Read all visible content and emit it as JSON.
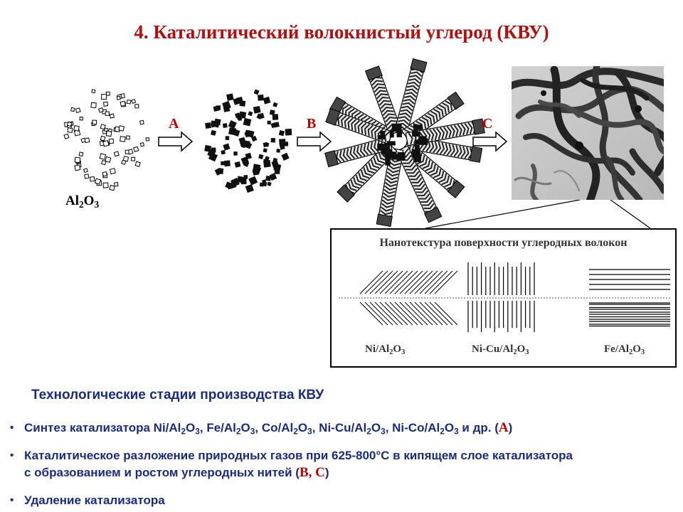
{
  "title": "4. Каталитический волокнистый углерод (КВУ)",
  "scheme": {
    "support_label": {
      "prefix": "Al",
      "sub1": "2",
      "mid": "O",
      "sub2": "3"
    },
    "arrows": [
      {
        "letter": "A",
        "color": "#c00000"
      },
      {
        "letter": "B",
        "color": "#c00000"
      },
      {
        "letter": "C",
        "color": "#c00000"
      }
    ]
  },
  "inset": {
    "title": "Нанотекстура поверхности углеродных волокон",
    "catalysts": [
      {
        "a": "Ni/Al",
        "b": "2",
        "c": "O",
        "d": "3"
      },
      {
        "a": "Ni-Cu/Al",
        "b": "2",
        "c": "O",
        "d": "3"
      },
      {
        "a": "Fe/Al",
        "b": "2",
        "c": "O",
        "d": "3"
      }
    ]
  },
  "stages": {
    "heading": "Технологические стадии производства КВУ",
    "bullet_symbol": "•",
    "items": [
      {
        "parts": [
          {
            "t": "Синтез катализатора Ni/Al"
          },
          {
            "s": "2"
          },
          {
            "t": "O"
          },
          {
            "s": "3"
          },
          {
            "t": ", Fe/Al"
          },
          {
            "s": "2"
          },
          {
            "t": "O"
          },
          {
            "s": "3"
          },
          {
            "t": ", Co/Al"
          },
          {
            "s": "2"
          },
          {
            "t": "O"
          },
          {
            "s": "3"
          },
          {
            "t": ", Ni-Cu/Al"
          },
          {
            "s": "2"
          },
          {
            "t": "O"
          },
          {
            "s": "3"
          },
          {
            "t": ", Ni-Co/Al"
          },
          {
            "s": "2"
          },
          {
            "t": "O"
          },
          {
            "s": "3"
          },
          {
            "t": " и др. ("
          },
          {
            "r": "A"
          },
          {
            "t": ")"
          }
        ]
      },
      {
        "parts": [
          {
            "t": "Каталитическое разложение природных газов при 625-800°С в кипящем слое катализатора"
          },
          {
            "br": true
          },
          {
            "t": "с образованием и ростом углеродных нитей ("
          },
          {
            "r": "B, C"
          },
          {
            "t": ")"
          }
        ]
      },
      {
        "parts": [
          {
            "t": "Удаление катализатора"
          }
        ]
      }
    ]
  },
  "colors": {
    "title": "#b01010",
    "accent": "#c00000",
    "text": "#1a2b80"
  }
}
